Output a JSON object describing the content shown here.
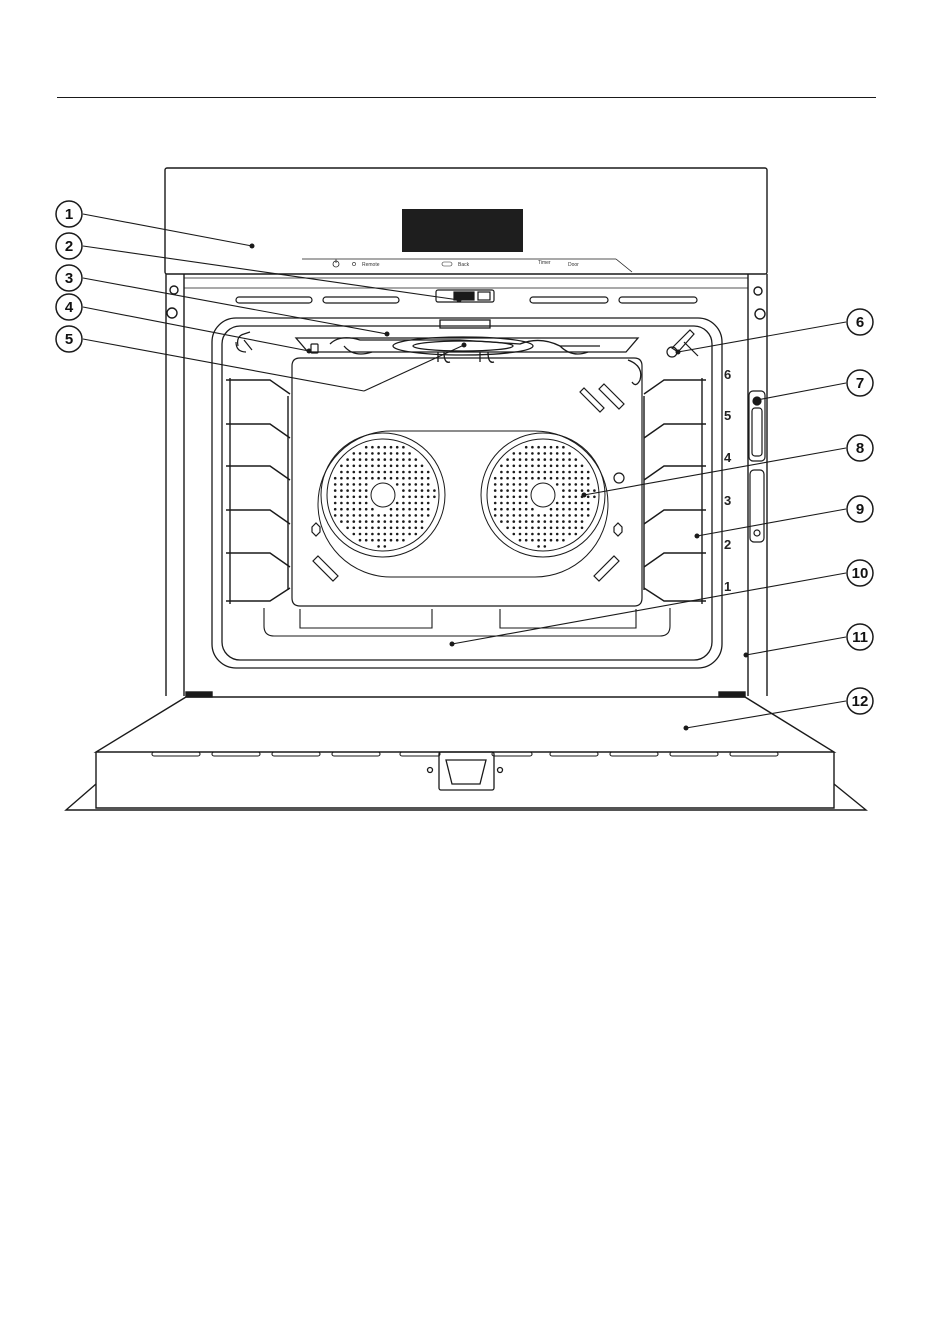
{
  "callouts": [
    {
      "label": "1"
    },
    {
      "label": "2"
    },
    {
      "label": "3"
    },
    {
      "label": "4"
    },
    {
      "label": "5"
    },
    {
      "label": "6"
    },
    {
      "label": "7"
    },
    {
      "label": "8"
    },
    {
      "label": "9"
    },
    {
      "label": "10"
    },
    {
      "label": "11"
    },
    {
      "label": "12"
    }
  ],
  "shelf_levels": [
    "6",
    "5",
    "4",
    "3",
    "2",
    "1"
  ],
  "control_panel": {
    "labels": [
      "Remote",
      "Back",
      "Timer",
      "Door"
    ]
  },
  "colors": {
    "line": "#1a1a1a",
    "display": "#1e1e1e",
    "paper": "#ffffff"
  }
}
